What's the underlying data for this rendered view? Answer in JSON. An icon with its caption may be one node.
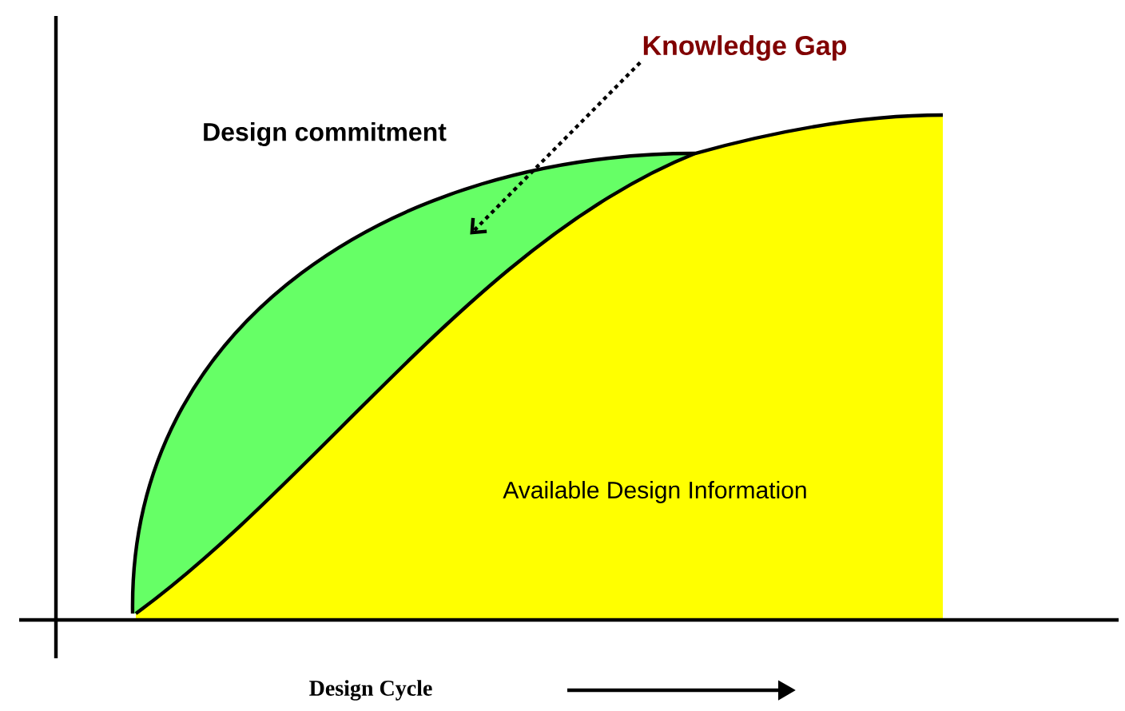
{
  "diagram": {
    "nodes": [
      {
        "text": [
          "Knowledge Gap"
        ]
      },
      {
        "text": [],
        "shape": "area"
      }
    ],
    "edges": [
      {
        "from": 0,
        "to": 1,
        "arrow": "to",
        "style": "dashed"
      }
    ],
    "labels": [
      "Design commitment",
      "Available Design Information",
      "Design Cycle"
    ]
  }
}
